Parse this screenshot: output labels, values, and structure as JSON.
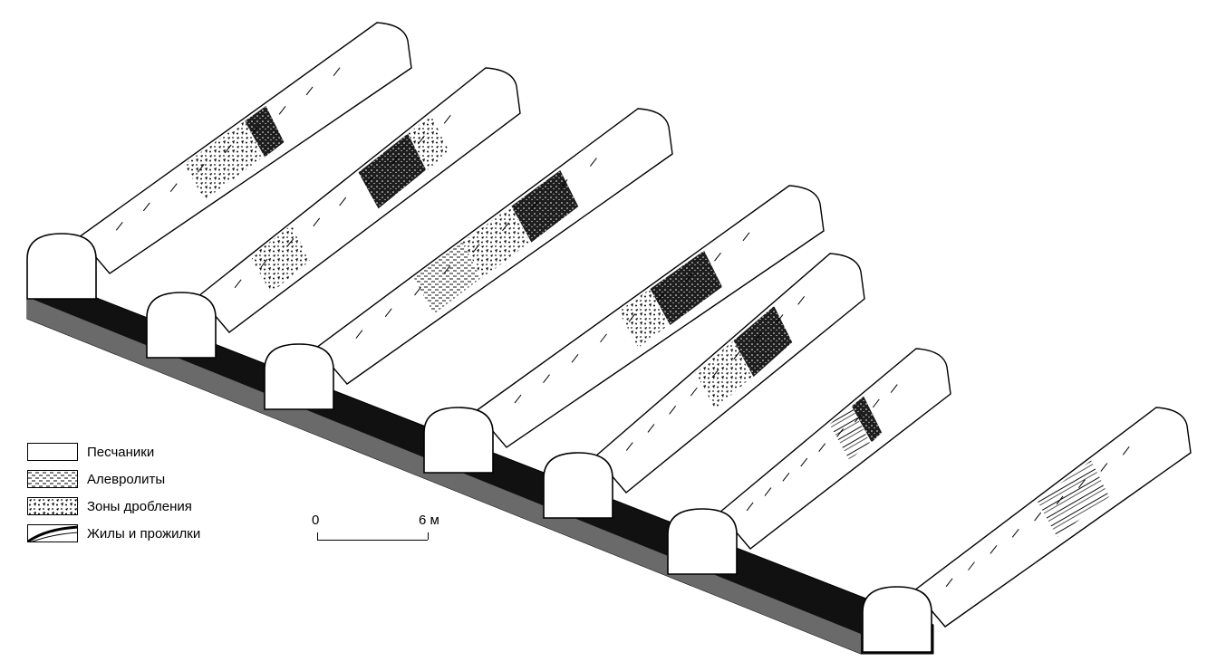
{
  "legend": {
    "items": [
      {
        "label": "Песчаники",
        "pattern": "blank"
      },
      {
        "label": "Алевролиты",
        "pattern": "dashes"
      },
      {
        "label": "Зоны дробления",
        "pattern": "breccia"
      },
      {
        "label": "Жилы и прожилки",
        "pattern": "veins"
      }
    ]
  },
  "scale_bar": {
    "start_label": "0",
    "end_label": "6 м"
  },
  "colors": {
    "ink": "#000000",
    "paper": "#ffffff",
    "floor": "#111111"
  }
}
